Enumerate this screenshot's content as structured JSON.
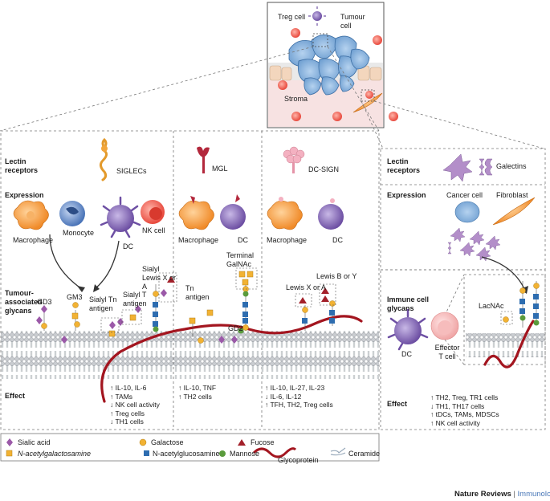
{
  "inset": {
    "treg_label": "Treg cell",
    "tumour_label": "Tumour cell",
    "stroma_label": "Stroma"
  },
  "left_panel": {
    "row_labels": {
      "lectin": "Lectin receptors",
      "expression": "Expression",
      "glycans": "Tumour-associated glycans",
      "effect": "Effect"
    },
    "receptors": [
      "SIGLECs",
      "MGL",
      "DC-SIGN"
    ],
    "cells": {
      "macrophage": "Macrophage",
      "monocyte": "Monocyte",
      "nk": "NK cell",
      "dc": "DC"
    },
    "glycans": {
      "gd3": "GD3",
      "gm3": "GM3",
      "sialyl_tn": "Sialyl Tn antigen",
      "sialyl_t": "Sialyl T antigen",
      "sialyl_lewis": "Sialyl Lewis X or A",
      "terminal_galnac": "Terminal GalNAc",
      "tn": "Tn antigen",
      "gd2": "GD2",
      "lewis_xa": "Lewis X or A",
      "lewis_by": "Lewis B or Y"
    },
    "effects": {
      "siglec": [
        "↑ IL-10, IL-6",
        "↑ TAMs",
        "↓ NK cell activity",
        "↑ Treg cells",
        "↓ TH1 cells"
      ],
      "mgl": [
        "↑ IL-10, TNF",
        "↑ TH2 cells"
      ],
      "dcsign": [
        "↑ IL-10, IL-27, IL-23",
        "↓ IL-6, IL-12",
        "↑ TFH, TH2, Treg cells"
      ]
    }
  },
  "right_panel": {
    "row_labels": {
      "lectin": "Lectin receptors",
      "expression": "Expression",
      "glycans": "Immune cell glycans",
      "effect": "Effect"
    },
    "receptor": "Galectins",
    "cells": {
      "cancer": "Cancer cell",
      "fibroblast": "Fibroblast",
      "dc": "DC",
      "effector": "Effector T cell"
    },
    "lacnac": "LacNAc",
    "effects": [
      "↑ TH2, Treg, TR1 cells",
      "↓ TH1, TH17 cells",
      "↑ tDCs, TAMs, MDSCs",
      "↑ NK cell activity"
    ]
  },
  "legend": {
    "sialic": "Sialic acid",
    "galactose": "Galactose",
    "fucose": "Fucose",
    "galnac": "N-acetylgalactosamine",
    "glcnac": "N-acetylglucosamine",
    "mannose": "Mannose",
    "glycoprotein": "Glycoprotein",
    "ceramide": "Ceramide"
  },
  "colors": {
    "sialic": "#9b59a8",
    "galactose": "#f2b233",
    "fucose": "#a3202a",
    "galnac": "#f2b233",
    "glcnac": "#2e6db0",
    "mannose": "#5a9b3c",
    "glycoprotein": "#a3151f",
    "tumour": "#8fb8e2"
  },
  "credit": {
    "journal": "Nature Reviews",
    "separator": " | ",
    "section": "Immunology"
  }
}
